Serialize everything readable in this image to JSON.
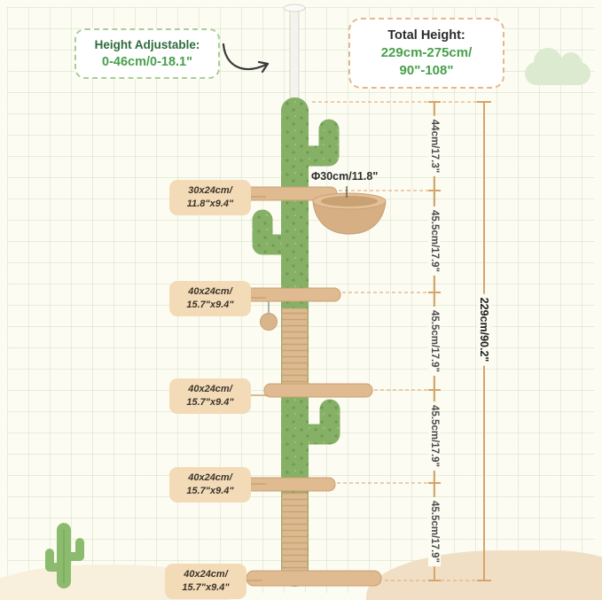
{
  "callouts": {
    "height_adjustable": {
      "title": "Height Adjustable:",
      "value": "0-46cm/0-18.1\""
    },
    "total_height": {
      "title": "Total Height:",
      "line1": "229cm-275cm/",
      "line2": "90\"-108\""
    }
  },
  "hammock_label": "Φ30cm/11.8\"",
  "platform_labels": [
    {
      "line1": "30x24cm/",
      "line2": "11.8\"x9.4\""
    },
    {
      "line1": "40x24cm/",
      "line2": "15.7\"x9.4\""
    },
    {
      "line1": "40x24cm/",
      "line2": "15.7\"x9.4\""
    },
    {
      "line1": "40x24cm/",
      "line2": "15.7\"x9.4\""
    },
    {
      "line1": "40x24cm/",
      "line2": "15.7\"x9.4\""
    }
  ],
  "segments": [
    {
      "label": "44cm/17.3\""
    },
    {
      "label": "45.5cm/17.9\""
    },
    {
      "label": "45.5cm/17.9\""
    },
    {
      "label": "45.5cm/17.9\""
    },
    {
      "label": "45.5cm/17.9\""
    }
  ],
  "total_dimension": "229cm/90.2\"",
  "decorations": {
    "cloud": "cloud-shape",
    "small_cactus": "cactus-shape",
    "arrow": "curved-arrow"
  },
  "colors": {
    "accent_green": "#47a04b",
    "dark_green": "#2e6b3e",
    "cactus_green": "#85b066",
    "platform_tan": "#e0ba90",
    "dimension_tan": "#d8a468",
    "label_bg": "#f3dbb8",
    "background": "#fdfcf3"
  }
}
